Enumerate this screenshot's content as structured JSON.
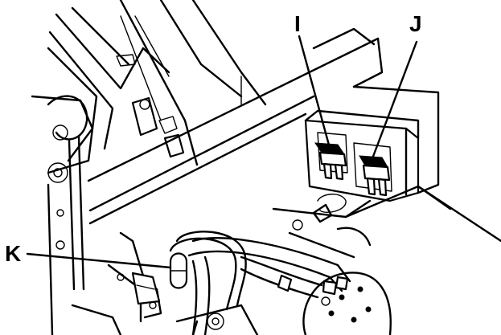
{
  "callouts": {
    "i": "I",
    "j": "J",
    "k": "K"
  },
  "colors": {
    "ink": "#000000",
    "paper": "#ffffff"
  },
  "icons": [
    "fuse-i-icon",
    "fuse-j-icon",
    "connector-k-icon"
  ]
}
